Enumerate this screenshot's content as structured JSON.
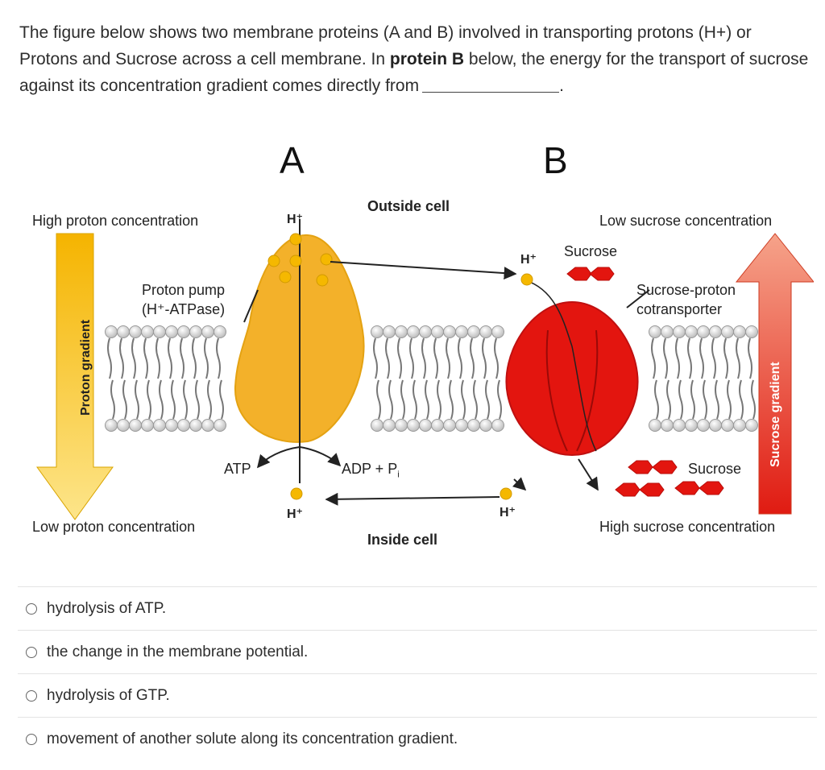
{
  "question": {
    "text_part1": "The figure below shows two membrane proteins (A and B) involved in transporting protons (H+)  or Protons and Sucrose across a cell membrane. In ",
    "bold": "protein B",
    "text_part2": " below, the energy for the transport of sucrose against its concentration gradient comes directly from",
    "end": "."
  },
  "figure": {
    "label_a": "A",
    "label_b": "B",
    "outside_cell": "Outside cell",
    "inside_cell": "Inside cell",
    "high_proton": "High proton concentration",
    "low_proton": "Low proton concentration",
    "proton_gradient": "Proton gradient",
    "proton_pump_line1": "Proton pump",
    "proton_pump_line2": "(H⁺-ATPase)",
    "h_plus": "H⁺",
    "atp": "ATP",
    "adp_pi": "ADP + P",
    "pi_sub": "i",
    "sucrose_top": "Sucrose",
    "sucrose_bottom": "Sucrose",
    "low_sucrose": "Low sucrose concentration",
    "high_sucrose": "High sucrose concentration",
    "cotransporter_line1": "Sucrose-proton",
    "cotransporter_line2": "cotransporter",
    "sucrose_gradient": "Sucrose gradient",
    "colors": {
      "proton": "#f5b800",
      "pump": "#f2b22a",
      "cotransporter": "#e3150f",
      "sucrose_arrow": "#ee5b3a",
      "proton_arrow": "#f7c21c",
      "membrane_head": "#cfcfcf"
    }
  },
  "options": [
    {
      "label": "hydrolysis of ATP."
    },
    {
      "label": "the change in the membrane potential."
    },
    {
      "label": "hydrolysis of GTP."
    },
    {
      "label": "movement of another solute along its concentration gradient."
    }
  ]
}
